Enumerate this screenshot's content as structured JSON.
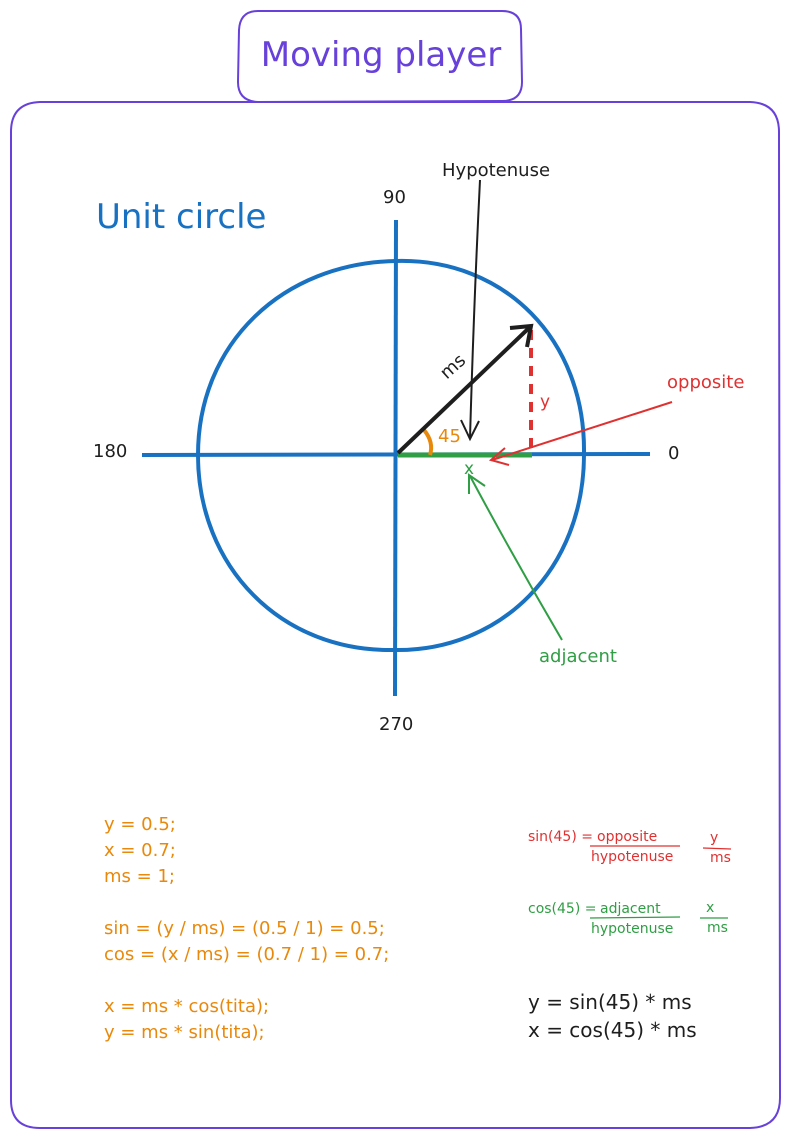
{
  "title": "Moving player",
  "diagram": {
    "heading": "Unit circle",
    "axis_labels": {
      "top": "90",
      "left": "180",
      "right": "0",
      "bottom": "270"
    },
    "hypotenuse_label": "Hypotenuse",
    "ms_label": "ms",
    "angle_label": "45",
    "y_label": "y",
    "x_label": "x",
    "opposite_label": "opposite",
    "adjacent_label": "adjacent"
  },
  "code_lines": {
    "l1": "y = 0.5;",
    "l2": "x = 0.7;",
    "l3": "ms = 1;",
    "l4": "sin = (y / ms) = (0.5 / 1) = 0.5;",
    "l5": "cos = (x / ms) = (0.7 / 1) = 0.7;",
    "l6": "x = ms * cos(tita);",
    "l7": "y = ms * sin(tita);"
  },
  "formulas": {
    "sin_lhs": "sin(45) =",
    "sin_num": "opposite",
    "sin_den": "hypotenuse",
    "sin_frac_num": "y",
    "sin_frac_den": "ms",
    "cos_lhs": "cos(45) =",
    "cos_num": "adjacent",
    "cos_den": "hypotenuse",
    "cos_frac_num": "x",
    "cos_frac_den": "ms",
    "y_eq": "y = sin(45) * ms",
    "x_eq": "x = cos(45) * ms"
  },
  "colors": {
    "blue": "#1971c2",
    "purple": "#6741d9",
    "red": "#e03131",
    "green": "#2f9e44",
    "orange": "#e8890c",
    "black": "#1e1e1e"
  }
}
